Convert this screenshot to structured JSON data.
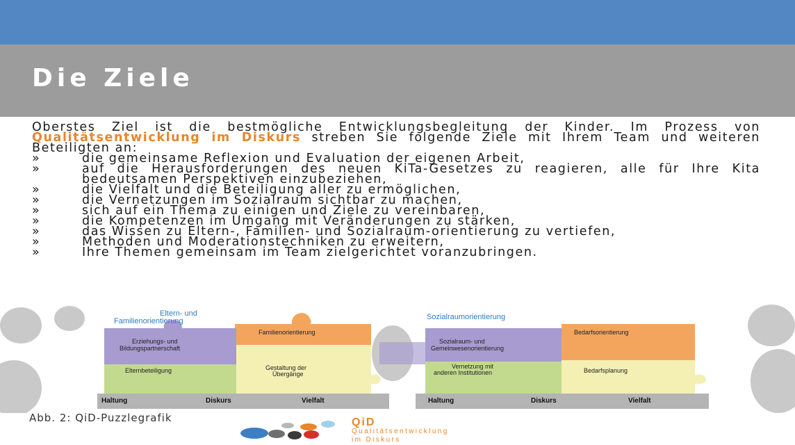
{
  "header": {
    "title": "Die Ziele"
  },
  "intro": {
    "part1": "Oberstes Ziel ist die bestmögliche Entwicklungsbegleitung der Kinder. Im Prozess von ",
    "highlight": "Qualitätsentwicklung im Diskurs",
    "part2": " streben Sie folgende Ziele mit Ihrem Team und weiteren Beteiligten an:"
  },
  "bullet_mark": "»",
  "bullets": [
    "die gemeinsame Reflexion und Evaluation der eigenen Arbeit,",
    "auf die Herausforderungen des neuen KiTa-Gesetzes zu reagieren, alle für Ihre Kita bedeutsamen Perspektiven einzubeziehen,",
    "die Vielfalt und die Beteiligung aller zu ermöglichen,",
    "die Vernetzungen im Sozialraum sichtbar zu machen,",
    "sich auf ein Thema zu einigen und Ziele zu vereinbaren,",
    "die Kompetenzen im Umgang mit Veränderungen zu stärken,",
    "das Wissen zu Eltern-, Familien- und Sozialraum-orientierung zu vertiefen,",
    "Methoden und Moderationstechniken zu erweitern,",
    "Ihre Themen gemeinsam im Team zielgerichtet voranzubringen."
  ],
  "puzzle": {
    "left": {
      "heading_line1": "Eltern- und",
      "heading_line2": "Familienorientierung",
      "pieces": [
        "Familienorientierung",
        "Erziehungs- und",
        "Bildungspartnerschaft",
        "Elternbeteiligung",
        "Gestaltung der",
        "Übergänge"
      ],
      "base": [
        "Haltung",
        "Diskurs",
        "Vielfalt"
      ]
    },
    "right": {
      "heading": "Sozialraumorientierung",
      "pieces": [
        "Bedarfsorientierung",
        "Sozialraum- und",
        "Gemeinwesenorientierung",
        "Vernetzung mit",
        "anderen Institutionen",
        "Bedarfsplanung"
      ],
      "base": [
        "Haltung",
        "Diskurs",
        "Vielfalt"
      ]
    },
    "colors": {
      "purple": "#a79bd0",
      "orange": "#f3a55e",
      "green": "#c2da8e",
      "yellow": "#f4f0b4",
      "heading": "#2f7cc0"
    }
  },
  "caption": "Abb. 2: QiD-Puzzlegrafik",
  "logo": {
    "brand": "QiD",
    "line1": "Qualitätsentwicklung",
    "line2": "im Diskurs",
    "dot_colors": [
      "#3d7fc3",
      "#6f6f6f",
      "#e8862a",
      "#9fd1ea",
      "#d5312b",
      "#b7b7b7",
      "#3a3a3a"
    ]
  }
}
